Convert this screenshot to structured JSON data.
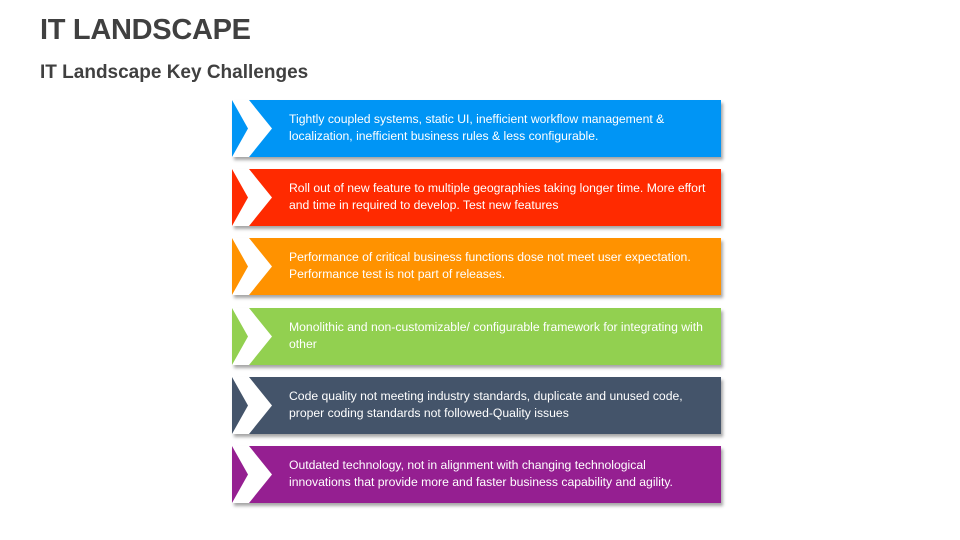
{
  "slide": {
    "title": "IT LANDSCAPE",
    "subtitle": "IT Landscape Key Challenges"
  },
  "challenges": [
    {
      "color": "#0095F5",
      "icon": "chevron-right-icon",
      "text": "Tightly coupled systems, static UI, inefficient workflow management & localization, inefficient business rules & less configurable."
    },
    {
      "color": "#FF2A00",
      "icon": "chevron-right-icon",
      "text": "Roll out of new feature to multiple geographies taking longer time. More effort and time in required to develop. Test new features"
    },
    {
      "color": "#FF9200",
      "icon": "chevron-right-icon",
      "text": "Performance of critical business functions dose not meet user expectation. Performance test is not part of releases."
    },
    {
      "color": "#92D050",
      "icon": "chevron-right-icon",
      "text": "Monolithic and non-customizable/ configurable framework for integrating with other"
    },
    {
      "color": "#44546A",
      "icon": "chevron-right-icon",
      "text": "Code quality not meeting industry standards, duplicate and unused code, proper coding standards not followed-Quality issues"
    },
    {
      "color": "#951F91",
      "icon": "chevron-right-icon",
      "text": "Outdated technology, not in alignment with changing technological innovations that provide more and faster business capability and agility."
    }
  ]
}
